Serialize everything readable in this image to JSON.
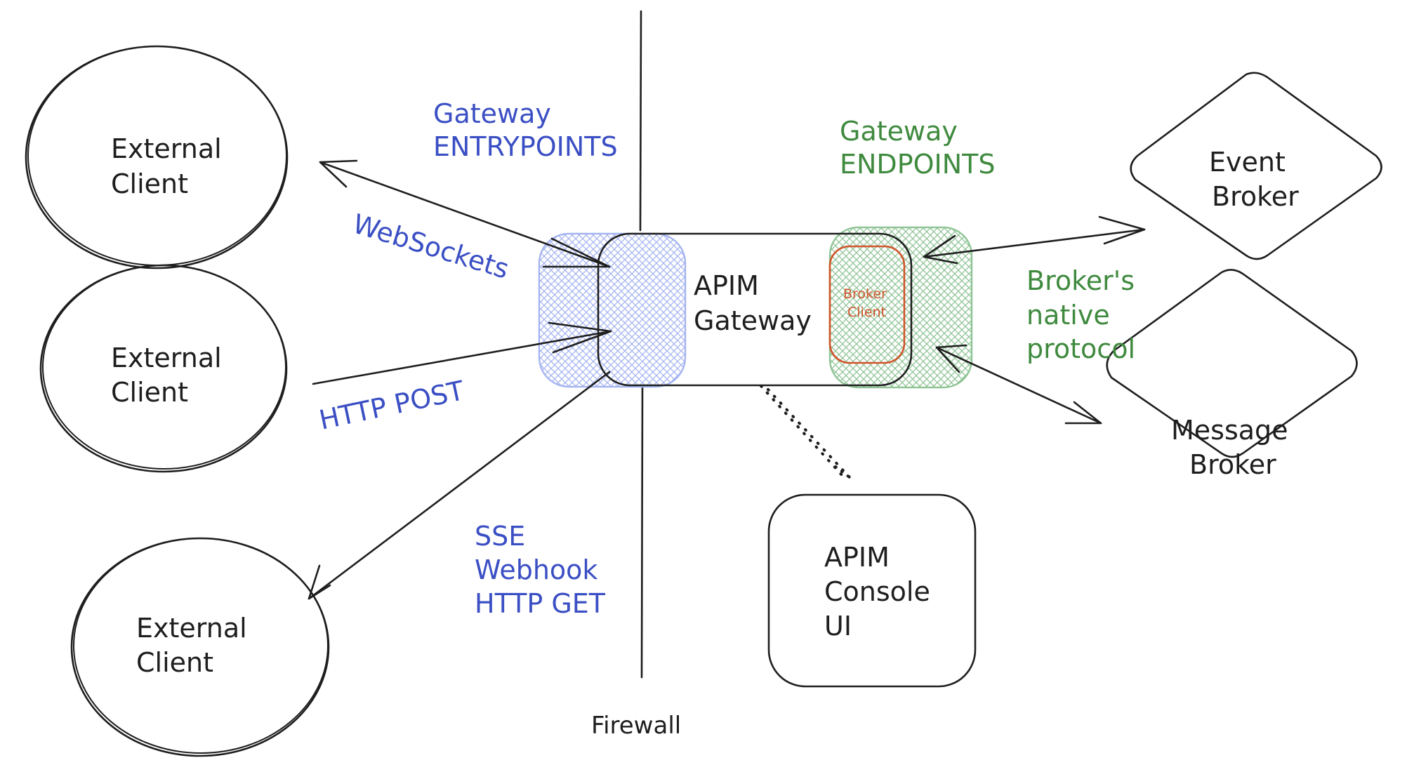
{
  "diagram": {
    "title": "",
    "firewall": {
      "label": "Firewall"
    },
    "nodes": {
      "client_top": {
        "lines": [
          "External",
          "Client"
        ]
      },
      "client_mid": {
        "lines": [
          "External",
          "Client"
        ]
      },
      "client_bottom": {
        "lines": [
          "External",
          "Client"
        ]
      },
      "gateway": {
        "lines": [
          "APIM",
          "Gateway"
        ]
      },
      "broker_client": {
        "lines": [
          "Broker",
          "Client"
        ]
      },
      "console": {
        "lines": [
          "APIM",
          "Console",
          "UI"
        ]
      },
      "event_broker": {
        "lines": [
          "Event",
          "Broker"
        ]
      },
      "message_broker": {
        "lines": [
          "Message",
          "Broker"
        ]
      }
    },
    "labels": {
      "entrypoints": [
        "Gateway",
        "ENTRYPOINTS"
      ],
      "endpoints": [
        "Gateway",
        "ENDPOINTS"
      ],
      "websockets": "WebSockets",
      "http_post": "HTTP POST",
      "async_out": [
        "SSE",
        "Webhook",
        "HTTP GET"
      ],
      "broker_protocol": [
        "Broker's",
        "native",
        "protocol"
      ]
    },
    "edges": [
      {
        "from": "client_top",
        "to": "gateway",
        "label": "WebSockets",
        "style": "bidirectional"
      },
      {
        "from": "client_mid",
        "to": "gateway",
        "label": "HTTP POST",
        "style": "directed"
      },
      {
        "from": "gateway",
        "to": "client_bottom",
        "label": "SSE / Webhook / HTTP GET",
        "style": "directed"
      },
      {
        "from": "gateway",
        "to": "event_broker",
        "label": "Broker's native protocol",
        "style": "bidirectional"
      },
      {
        "from": "gateway",
        "to": "message_broker",
        "label": "Broker's native protocol",
        "style": "bidirectional"
      },
      {
        "from": "gateway",
        "to": "console",
        "label": "",
        "style": "dotted"
      }
    ],
    "colors": {
      "ink": "#1e1e1e",
      "entrypoint_blue": "#3b4fc4",
      "entrypoint_fill": "#a5b4f0",
      "endpoint_green": "#3f8a3f",
      "endpoint_fill": "#8fc495",
      "broker_client_red": "#d0542b"
    }
  }
}
